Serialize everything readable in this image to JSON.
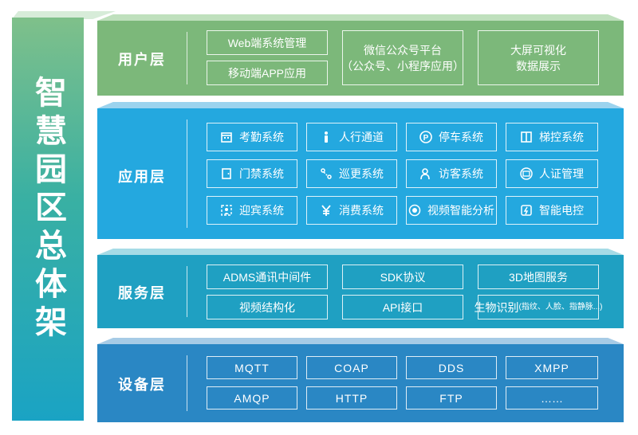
{
  "title": "智慧园区总体架",
  "layers": {
    "user": {
      "label": "用户层",
      "items": [
        "Web端系统管理",
        "移动端APP应用",
        "微信公众号平台",
        "（公众号、小程序应用）",
        "大屏可视化",
        "数据展示"
      ]
    },
    "app": {
      "label": "应用层",
      "items": [
        "考勤系统",
        "人行通道",
        "停车系统",
        "梯控系统",
        "门禁系统",
        "巡更系统",
        "访客系统",
        "人证管理",
        "迎宾系统",
        "消费系统",
        "视频智能分析",
        "智能电控"
      ]
    },
    "service": {
      "label": "服务层",
      "items": [
        "ADMS通讯中间件",
        "SDK协议",
        "3D地图服务",
        "视频结构化",
        "API接口",
        "生物识别",
        "(指纹、人脸、指静脉...)"
      ]
    },
    "device": {
      "label": "设备层",
      "items": [
        "MQTT",
        "COAP",
        "DDS",
        "XMPP",
        "AMQP",
        "HTTP",
        "FTP",
        "……"
      ]
    }
  },
  "colors": {
    "user": "#7cb87a",
    "app": "#24a8df",
    "service": "#1fa0c2",
    "device": "#2a87c4"
  },
  "icons": [
    "calendar-icon",
    "person-icon",
    "parking-icon",
    "elevator-icon",
    "door-icon",
    "route-icon",
    "visitor-icon",
    "id-card-icon",
    "welcome-icon",
    "yen-icon",
    "camera-icon",
    "power-icon"
  ]
}
